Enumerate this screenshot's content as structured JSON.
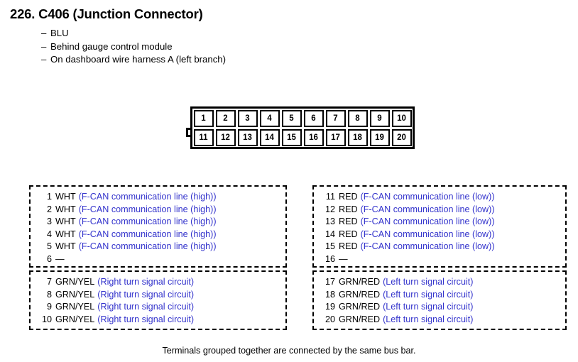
{
  "header": {
    "title": "226. C406 (Junction Connector)",
    "bullet_dash": "–",
    "bullets": [
      "BLU",
      "Behind gauge control module",
      "On dashboard wire harness A (left branch)"
    ]
  },
  "connector": {
    "name": "C406",
    "top_row": [
      "1",
      "2",
      "3",
      "4",
      "5",
      "6",
      "7",
      "8",
      "9",
      "10"
    ],
    "bottom_row": [
      "11",
      "12",
      "13",
      "14",
      "15",
      "16",
      "17",
      "18",
      "19",
      "20"
    ]
  },
  "colors": {
    "description_text": "#3333cc",
    "body_text": "#000000",
    "background": "#ffffff"
  },
  "terminal_groups": [
    {
      "id": "left-top",
      "rows": [
        {
          "num": "1",
          "wire": "WHT",
          "desc": "(F-CAN communication line (high))"
        },
        {
          "num": "2",
          "wire": "WHT",
          "desc": "(F-CAN communication line (high))"
        },
        {
          "num": "3",
          "wire": "WHT",
          "desc": "(F-CAN communication line (high))"
        },
        {
          "num": "4",
          "wire": "WHT",
          "desc": "(F-CAN communication line (high))"
        },
        {
          "num": "5",
          "wire": "WHT",
          "desc": "(F-CAN communication line (high))"
        },
        {
          "num": "6",
          "wire": "—",
          "desc": ""
        }
      ]
    },
    {
      "id": "right-top",
      "rows": [
        {
          "num": "11",
          "wire": "RED",
          "desc": "(F-CAN communication line (low))"
        },
        {
          "num": "12",
          "wire": "RED",
          "desc": "(F-CAN communication line (low))"
        },
        {
          "num": "13",
          "wire": "RED",
          "desc": "(F-CAN communication line (low))"
        },
        {
          "num": "14",
          "wire": "RED",
          "desc": "(F-CAN communication line (low))"
        },
        {
          "num": "15",
          "wire": "RED",
          "desc": "(F-CAN communication line (low))"
        },
        {
          "num": "16",
          "wire": "—",
          "desc": ""
        }
      ]
    },
    {
      "id": "left-bottom",
      "rows": [
        {
          "num": "7",
          "wire": "GRN/YEL",
          "desc": "(Right turn signal circuit)"
        },
        {
          "num": "8",
          "wire": "GRN/YEL",
          "desc": "(Right turn signal circuit)"
        },
        {
          "num": "9",
          "wire": "GRN/YEL",
          "desc": "(Right turn signal circuit)"
        },
        {
          "num": "10",
          "wire": "GRN/YEL",
          "desc": "(Right turn signal circuit)"
        }
      ]
    },
    {
      "id": "right-bottom",
      "rows": [
        {
          "num": "17",
          "wire": "GRN/RED",
          "desc": "(Left turn signal circuit)"
        },
        {
          "num": "18",
          "wire": "GRN/RED",
          "desc": "(Left turn signal circuit)"
        },
        {
          "num": "19",
          "wire": "GRN/RED",
          "desc": "(Left turn signal circuit)"
        },
        {
          "num": "20",
          "wire": "GRN/RED",
          "desc": "(Left turn signal circuit)"
        }
      ]
    }
  ],
  "footer": {
    "note": "Terminals grouped together are connected by the same bus bar."
  }
}
